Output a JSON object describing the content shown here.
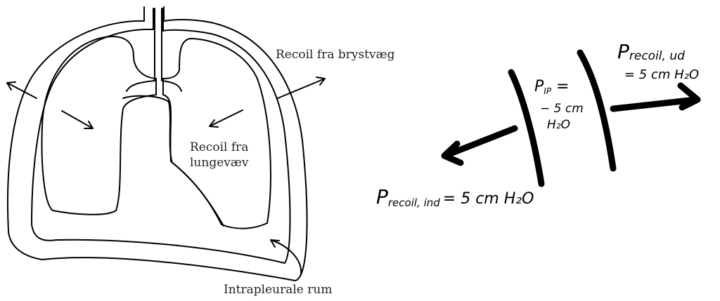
{
  "labels": {
    "chest_wall_recoil": "Recoil fra brystvæg",
    "lung_recoil_line1": "Recoil fra",
    "lung_recoil_line2": "lungevæv",
    "intrapleural_space": "Intrapleurale rum"
  },
  "pressure": {
    "pip_line1": "P",
    "pip_sub": "IP",
    "pip_eq": " =",
    "pip_line2": "− 5 cm",
    "pip_line3": "H₂O",
    "recoil_out_p": "P",
    "recoil_out_sub": "recoil, ud",
    "recoil_out_value": "= 5 cm H₂O",
    "recoil_in_p": "P",
    "recoil_in_sub": "recoil, ind",
    "recoil_in_value": "= 5 cm H₂O"
  }
}
